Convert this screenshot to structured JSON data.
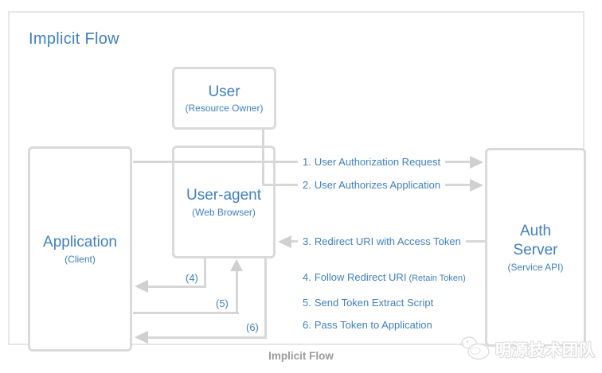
{
  "diagram": {
    "title": "Implicit Flow",
    "caption": "Implicit Flow",
    "boxes": {
      "user": {
        "label": "User",
        "sublabel": "(Resource Owner)"
      },
      "user_agent": {
        "label": "User-agent",
        "sublabel": "(Web Browser)"
      },
      "application": {
        "label": "Application",
        "sublabel": "(Client)"
      },
      "auth_server": {
        "label": "Auth Server",
        "sublabel": "(Service API)"
      }
    },
    "steps": [
      {
        "num": "1.",
        "text": "User Authorization Request"
      },
      {
        "num": "2.",
        "text": "User Authorizes Application"
      },
      {
        "num": "3.",
        "text": "Redirect URI with Access Token"
      },
      {
        "num": "4.",
        "text": "Follow Redirect URI",
        "suffix": "(Retain Token)"
      },
      {
        "num": "5.",
        "text": "Send Token Extract Script"
      },
      {
        "num": "6.",
        "text": "Pass Token to Application"
      }
    ],
    "connector_labels": [
      "(4)",
      "(5)",
      "(6)"
    ],
    "watermark": {
      "text": "明源技术团队",
      "icon": "penguin-logo-icon"
    }
  },
  "colors": {
    "accent": "#4080c1",
    "line": "#d7d7d7",
    "arrow": "#d0d0d0",
    "box-border": "#dadada",
    "frame-border": "#e7e7e7",
    "caption": "#9b9b9b",
    "watermark-outline": "#dcdcdc"
  }
}
